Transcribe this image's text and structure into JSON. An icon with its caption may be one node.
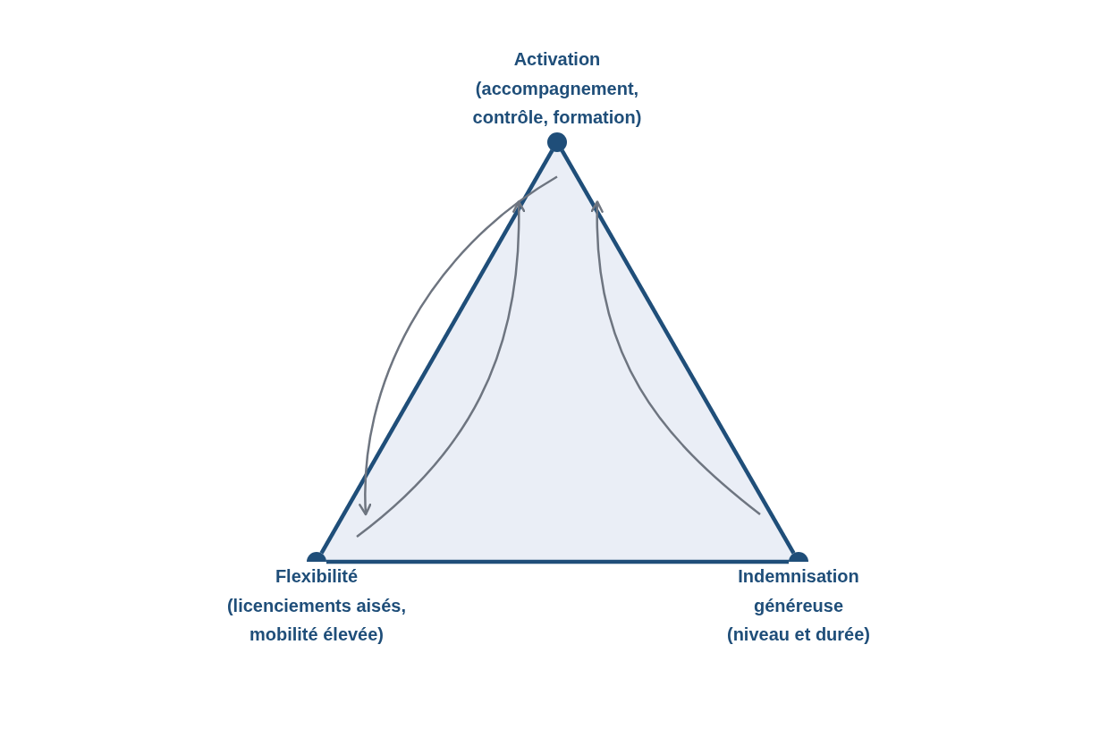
{
  "diagram": {
    "nodes": [
      {
        "text": [
          "Activation",
          "(accompagnement, contrôle, formation)"
        ]
      },
      {
        "text": [
          "Flexibilité",
          "(licenciements aisés, mobilité élevée)"
        ]
      },
      {
        "text": [
          "Indemnisation généreuse",
          "(niveau et durée)"
        ]
      }
    ],
    "edges": [
      {
        "from": 0,
        "to": 1,
        "arrow": "none",
        "style": "thick"
      },
      {
        "from": 1,
        "to": 2,
        "arrow": "none",
        "style": "thick"
      },
      {
        "from": 2,
        "to": 0,
        "arrow": "none",
        "style": "thick"
      },
      {
        "from": 0,
        "to": 1,
        "arrow": "to",
        "color": "#6e7580"
      },
      {
        "from": 1,
        "to": 0,
        "arrow": "to",
        "color": "#6e7580"
      },
      {
        "from": 2,
        "to": 0,
        "arrow": "to",
        "color": "#6e7580"
      }
    ]
  }
}
